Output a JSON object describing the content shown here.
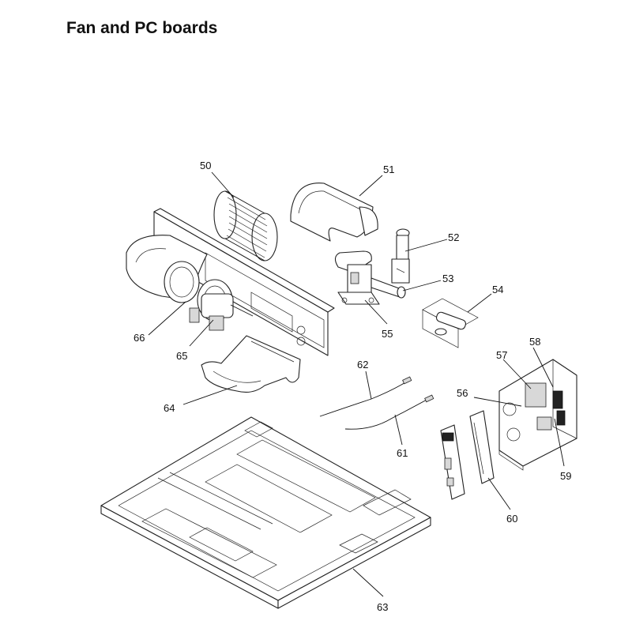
{
  "title": "Fan and PC boards",
  "labels": {
    "p50": "50",
    "p51": "51",
    "p52": "52",
    "p53": "53",
    "p54": "54",
    "p55": "55",
    "p56": "56",
    "p57": "57",
    "p58": "58",
    "p59": "59",
    "p60": "60",
    "p61": "61",
    "p62": "62",
    "p63": "63",
    "p64": "64",
    "p65": "65",
    "p66": "66"
  }
}
